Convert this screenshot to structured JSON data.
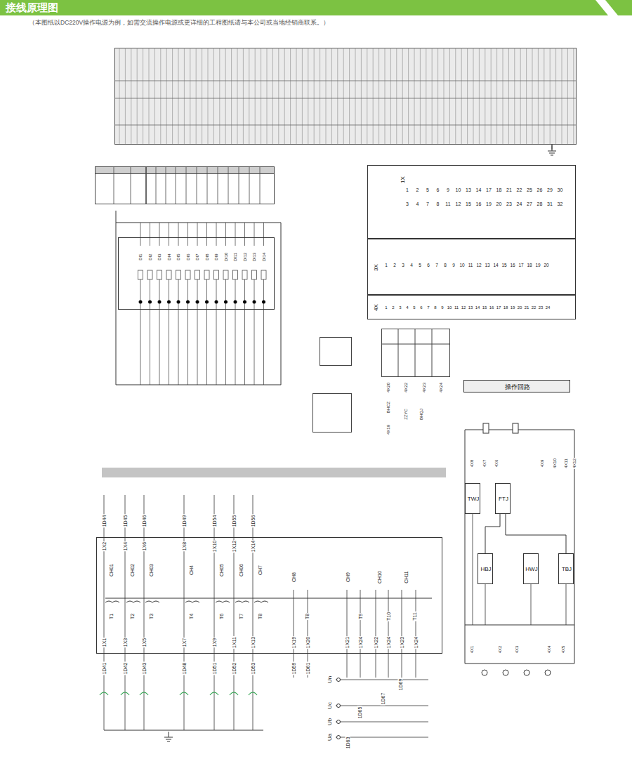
{
  "diagram": {
    "title": "接线原理图",
    "nodes": [
      {
        "text": [
          "TWJ"
        ]
      },
      {
        "text": [
          "FTJ"
        ]
      },
      {
        "text": [
          "HBJ"
        ]
      },
      {
        "text": [
          "HWJ"
        ]
      },
      {
        "text": [
          "TBJ"
        ]
      },
      {
        "text": [
          "操作回路"
        ]
      },
      {
        "text": [
          "1X"
        ]
      },
      {
        "text": [
          "3X"
        ]
      },
      {
        "text": [
          "4X"
        ]
      }
    ],
    "edges": [
      {
        "from": 1,
        "to": 2,
        "arrow": "none"
      },
      {
        "from": 1,
        "to": 4,
        "arrow": "none"
      }
    ],
    "labels": [
      "（本图纸以DC220V操作电源为例，如需交流操作电源或更详细的工程图纸请与本公司或当地经销商联系。）",
      "1D44",
      "1D45",
      "1D46",
      "1D49",
      "1D54",
      "1D55",
      "1D56",
      "1X2",
      "1X4",
      "1X6",
      "1X8",
      "1X10",
      "1X12",
      "1X14",
      "CH01",
      "CH02",
      "CH03",
      "CH4",
      "CH05",
      "CH06",
      "CH7",
      "CH8",
      "CH9",
      "CH10",
      "CH11",
      "T1",
      "T2",
      "T3",
      "T4",
      "T6",
      "T7",
      "T8",
      "T8",
      "T9",
      "T10",
      "T11",
      "1X1",
      "1X3",
      "1X5",
      "1X7",
      "1X9",
      "1X11",
      "1X13",
      "1X19",
      "1X20",
      "1X21",
      "1X24",
      "1X22",
      "1X24",
      "1X23",
      "1X24",
      "1D41",
      "1D42",
      "1D43",
      "1D48",
      "1D51",
      "1D52",
      "1D53",
      "1D59",
      "1D61",
      "Un",
      "Uc",
      "Ub",
      "Ua",
      "1D63",
      "1D65",
      "1D67",
      "1D69",
      "DI1",
      "DI2",
      "DI3",
      "DI4",
      "DI5",
      "DI6",
      "DI7",
      "DI8",
      "DI9",
      "DI10",
      "DI11",
      "DI12",
      "DI13",
      "DI14",
      "4X8",
      "4X7",
      "4X6",
      "4X9",
      "4X10",
      "4X11",
      "4X12",
      "4X1",
      "4X2",
      "4X3",
      "4X4",
      "4X5",
      "4X19",
      "4X20",
      "4X22",
      "4X23",
      "4X24",
      "BHCZ",
      "ZZYC",
      "BHQJ",
      "1",
      "2",
      "5",
      "6",
      "9",
      "10",
      "13",
      "14",
      "17",
      "18",
      "21",
      "22",
      "25",
      "26",
      "29",
      "30",
      "3",
      "4",
      "7",
      "8",
      "11",
      "12",
      "15",
      "16",
      "19",
      "20",
      "23",
      "24",
      "27",
      "28",
      "31",
      "32",
      "1",
      "2",
      "3",
      "4",
      "5",
      "6",
      "7",
      "8",
      "9",
      "10",
      "11",
      "12",
      "13",
      "14",
      "15",
      "16",
      "17",
      "18",
      "19",
      "20",
      "1",
      "2",
      "3",
      "4",
      "5",
      "6",
      "7",
      "8",
      "9",
      "10",
      "11",
      "12",
      "13",
      "14",
      "15",
      "16",
      "17",
      "18",
      "19",
      "20",
      "21",
      "22",
      "23",
      "24"
    ]
  }
}
